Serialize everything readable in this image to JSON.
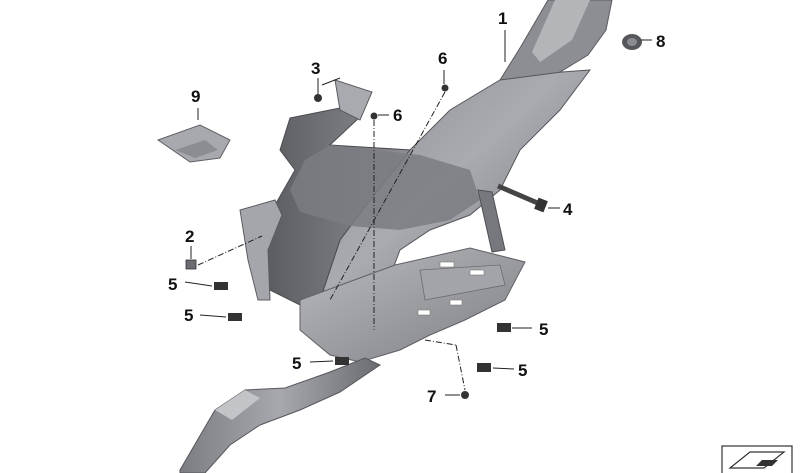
{
  "colors": {
    "part_dark": "#6e7075",
    "part_mid": "#9a9ca1",
    "part_light": "#c4c6ca",
    "part_shadow": "#4f5155",
    "leader": "#222222",
    "label": "#111111"
  },
  "callouts": [
    {
      "id": "c1",
      "label": "1"
    },
    {
      "id": "c2",
      "label": "2"
    },
    {
      "id": "c3",
      "label": "3"
    },
    {
      "id": "c4",
      "label": "4"
    },
    {
      "id": "c5a",
      "label": "5"
    },
    {
      "id": "c5b",
      "label": "5"
    },
    {
      "id": "c5c",
      "label": "5"
    },
    {
      "id": "c5d",
      "label": "5"
    },
    {
      "id": "c5e",
      "label": "5"
    },
    {
      "id": "c6a",
      "label": "6"
    },
    {
      "id": "c6b",
      "label": "6"
    },
    {
      "id": "c7",
      "label": "7"
    },
    {
      "id": "c8",
      "label": "8"
    },
    {
      "id": "c9",
      "label": "9"
    }
  ],
  "corner_icon": "parts-catalog-icon"
}
